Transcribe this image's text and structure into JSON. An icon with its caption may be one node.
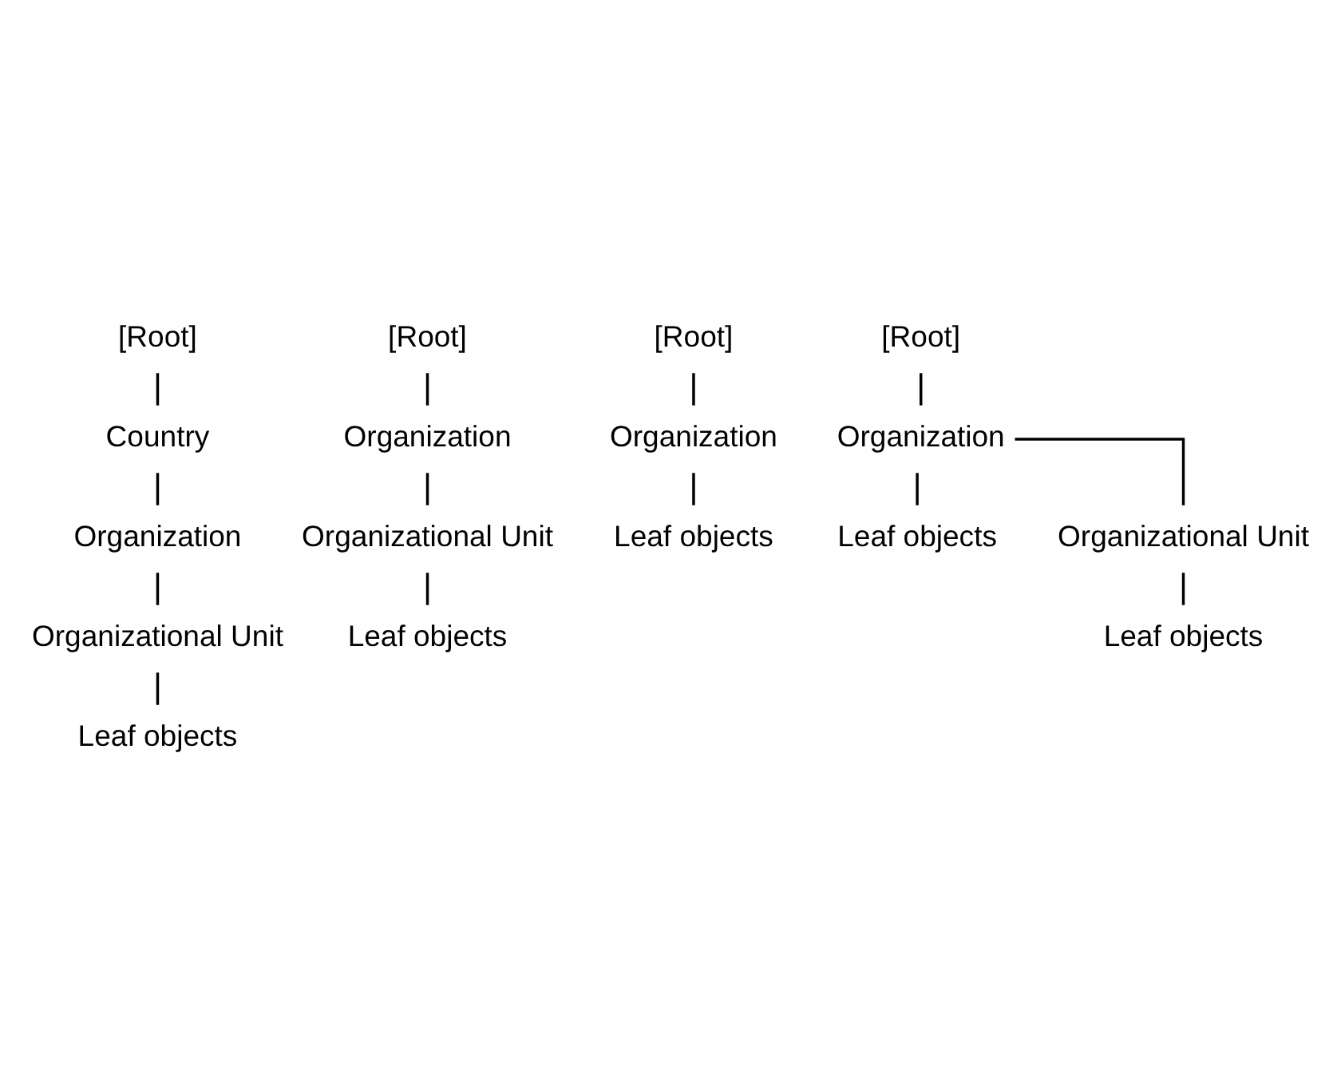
{
  "diagram": {
    "nodes": [
      {
        "text": [
          "[Root]"
        ]
      },
      {
        "text": [
          "Country"
        ]
      },
      {
        "text": [
          "Organization"
        ]
      },
      {
        "text": [
          "Organizational Unit"
        ]
      },
      {
        "text": [
          "Leaf objects"
        ]
      },
      {
        "text": [
          "[Root]"
        ]
      },
      {
        "text": [
          "Organization"
        ]
      },
      {
        "text": [
          "Organizational Unit"
        ]
      },
      {
        "text": [
          "Leaf objects"
        ]
      },
      {
        "text": [
          "[Root]"
        ]
      },
      {
        "text": [
          "Organization"
        ]
      },
      {
        "text": [
          "Leaf objects"
        ]
      },
      {
        "text": [
          "[Root]"
        ]
      },
      {
        "text": [
          "Organization"
        ]
      },
      {
        "text": [
          "Leaf objects"
        ]
      },
      {
        "text": [
          "Organizational Unit"
        ]
      },
      {
        "text": [
          "Leaf objects"
        ]
      }
    ],
    "edges": [
      {
        "from": 0,
        "to": 1,
        "arrow": "none"
      },
      {
        "from": 1,
        "to": 2,
        "arrow": "none"
      },
      {
        "from": 2,
        "to": 3,
        "arrow": "none"
      },
      {
        "from": 3,
        "to": 4,
        "arrow": "none"
      },
      {
        "from": 5,
        "to": 6,
        "arrow": "none"
      },
      {
        "from": 6,
        "to": 7,
        "arrow": "none"
      },
      {
        "from": 7,
        "to": 8,
        "arrow": "none"
      },
      {
        "from": 9,
        "to": 10,
        "arrow": "none"
      },
      {
        "from": 10,
        "to": 11,
        "arrow": "none"
      },
      {
        "from": 12,
        "to": 13,
        "arrow": "none"
      },
      {
        "from": 13,
        "to": 14,
        "arrow": "none"
      },
      {
        "from": 13,
        "to": 15,
        "arrow": "none"
      },
      {
        "from": 15,
        "to": 16,
        "arrow": "none"
      }
    ]
  }
}
